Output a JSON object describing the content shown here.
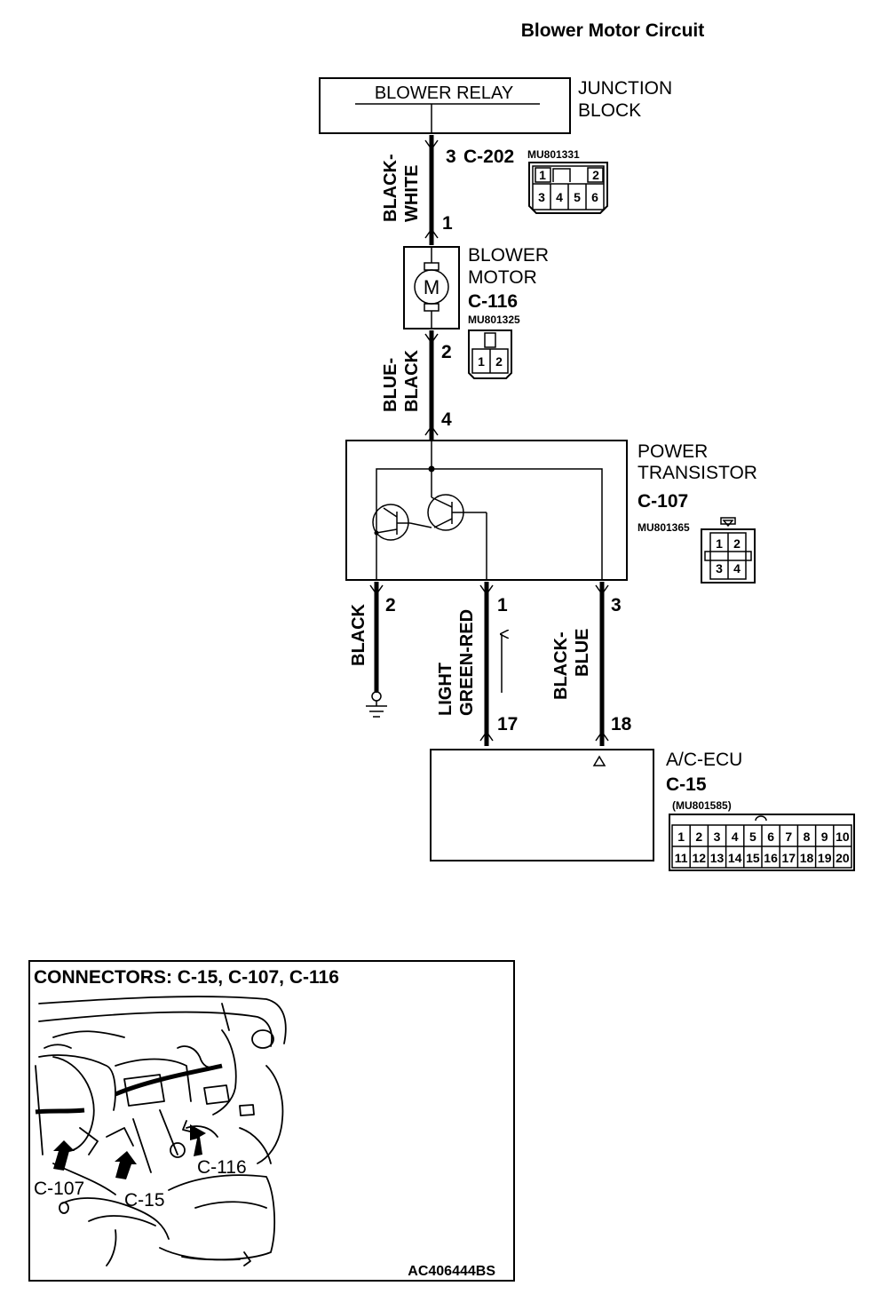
{
  "title": "Blower Motor Circuit",
  "junction_block": {
    "name": "JUNCTION BLOCK",
    "name_line1": "JUNCTION",
    "name_line2": "BLOCK",
    "relay_label": "BLOWER RELAY",
    "pin": "3",
    "connector": "C-202",
    "part_no": "MU801331",
    "pins": [
      "1",
      "2",
      "3",
      "4",
      "5",
      "6"
    ]
  },
  "blower_motor": {
    "name_line1": "BLOWER",
    "name_line2": "MOTOR",
    "connector": "C-116",
    "part_no": "MU801325",
    "symbol": "M",
    "pin_top": "1",
    "pin_bottom": "2",
    "pins": [
      "1",
      "2"
    ]
  },
  "power_transistor": {
    "name_line1": "POWER",
    "name_line2": "TRANSISTOR",
    "connector": "C-107",
    "part_no": "MU801365",
    "pin_top": "4",
    "pin_ground": "2",
    "pin_signal": "1",
    "pin_feedback": "3",
    "pins": [
      "1",
      "2",
      "3",
      "4"
    ]
  },
  "ac_ecu": {
    "name": "A/C-ECU",
    "connector": "C-15",
    "part_no": "(MU801585)",
    "pin_signal": "17",
    "pin_feedback": "18",
    "pins_row1": [
      "1",
      "2",
      "3",
      "4",
      "5",
      "6",
      "7",
      "8",
      "9",
      "10"
    ],
    "pins_row2": [
      "11",
      "12",
      "13",
      "14",
      "15",
      "16",
      "17",
      "18",
      "19",
      "20"
    ]
  },
  "wires": {
    "relay_to_motor_line1": "BLACK-",
    "relay_to_motor_line2": "WHITE",
    "motor_to_transistor_line1": "BLUE-",
    "motor_to_transistor_line2": "BLACK",
    "ground": "BLACK",
    "signal_line1": "LIGHT",
    "signal_line2": "GREEN-RED",
    "feedback_line1": "BLACK-",
    "feedback_line2": "BLUE"
  },
  "locator": {
    "title": "CONNECTORS: C-15, C-107, C-116",
    "label_c107": "C-107",
    "label_c15": "C-15",
    "label_c116": "C-116",
    "figure_code": "AC406444BS"
  }
}
